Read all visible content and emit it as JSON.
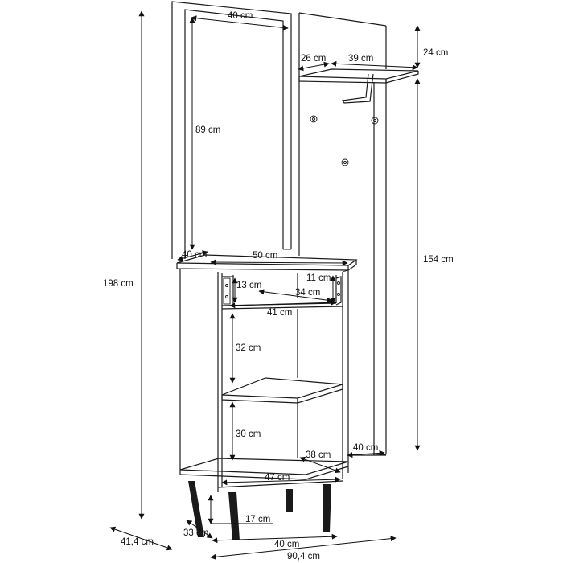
{
  "dimensions": {
    "mirror_width": "40 cm",
    "mirror_height": "89 cm",
    "total_height": "198 cm",
    "panel_height": "154 cm",
    "shelf_height": "24 cm",
    "shelf_depth": "26 cm",
    "shelf_width": "39 cm",
    "top_depth": "40 cm",
    "top_width": "50 cm",
    "drawer_height": "13 cm",
    "drawer_front": "11 cm",
    "drawer_depth": "34 cm",
    "drawer_width": "41 cm",
    "upper_compartment": "32 cm",
    "lower_compartment": "30 cm",
    "inner_depth": "38 cm",
    "panel_depth": "40 cm",
    "bottom_width": "47 cm",
    "leg_height": "17 cm",
    "base_depth": "33 cm",
    "base_width": "40 cm",
    "overall_depth": "41,4 cm",
    "overall_width": "90,4 cm"
  }
}
